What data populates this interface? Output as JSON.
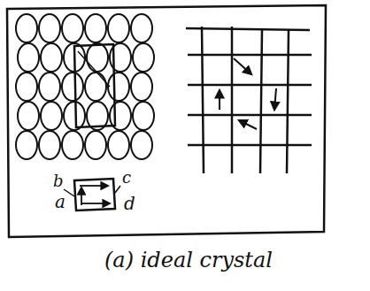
{
  "diagram": {
    "caption": "(a) ideal crystal",
    "labels": [
      "b",
      "c",
      "a",
      "d"
    ]
  }
}
